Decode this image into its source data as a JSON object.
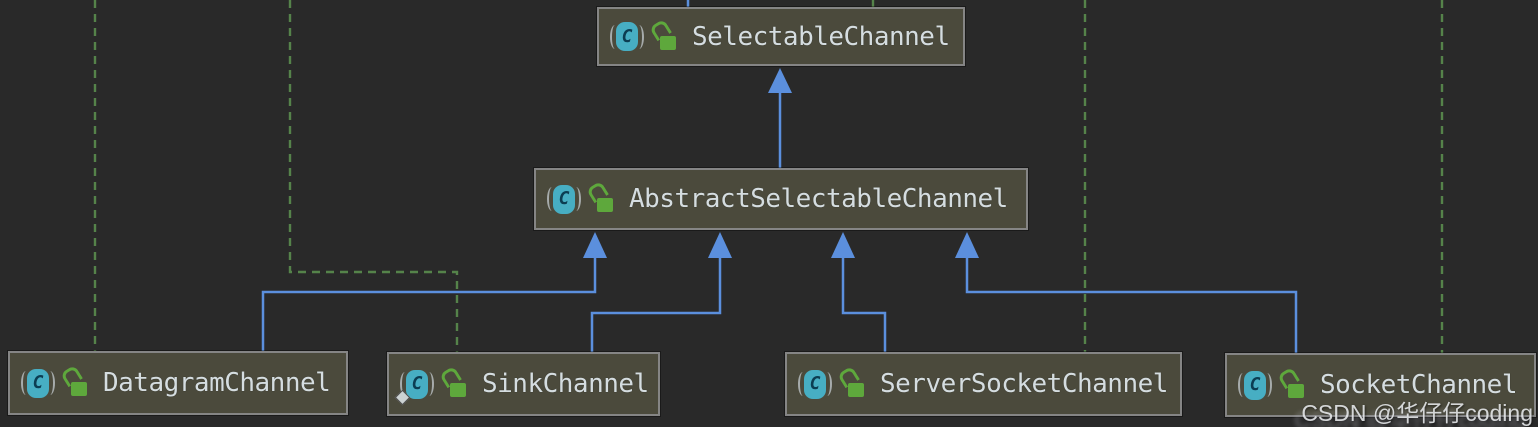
{
  "diagram": {
    "type": "uml-class-hierarchy",
    "nodes": [
      {
        "label": "SelectableChannel",
        "icon_letter": "C",
        "kind": "class",
        "visibility": "public"
      },
      {
        "label": "AbstractSelectableChannel",
        "icon_letter": "C",
        "kind": "class",
        "visibility": "public"
      },
      {
        "label": "DatagramChannel",
        "icon_letter": "C",
        "kind": "class",
        "visibility": "public"
      },
      {
        "label": "SinkChannel",
        "icon_letter": "C",
        "kind": "static-nested-class",
        "visibility": "public"
      },
      {
        "label": "ServerSocketChannel",
        "icon_letter": "C",
        "kind": "class",
        "visibility": "public"
      },
      {
        "label": "SocketChannel",
        "icon_letter": "C",
        "kind": "class",
        "visibility": "public"
      }
    ],
    "edges": [
      {
        "from": "AbstractSelectableChannel",
        "to": "SelectableChannel",
        "relation": "extends",
        "style": "solid-blue-arrow"
      },
      {
        "from": "DatagramChannel",
        "to": "AbstractSelectableChannel",
        "relation": "extends",
        "style": "solid-blue-arrow"
      },
      {
        "from": "SinkChannel",
        "to": "AbstractSelectableChannel",
        "relation": "extends",
        "style": "solid-blue-arrow"
      },
      {
        "from": "ServerSocketChannel",
        "to": "AbstractSelectableChannel",
        "relation": "extends",
        "style": "solid-blue-arrow"
      },
      {
        "from": "SocketChannel",
        "to": "AbstractSelectableChannel",
        "relation": "extends",
        "style": "solid-blue-arrow"
      },
      {
        "from": "SelectableChannel",
        "to": "offscreen-top",
        "relation": "extends",
        "style": "solid-blue-stub"
      },
      {
        "from": "SelectableChannel",
        "to": "offscreen-top",
        "relation": "implements",
        "style": "dashed-green-stub"
      },
      {
        "from": "DatagramChannel",
        "to": "offscreen-top",
        "relation": "implements",
        "style": "dashed-green"
      },
      {
        "from": "SinkChannel",
        "to": "offscreen-top",
        "relation": "implements",
        "style": "dashed-green"
      },
      {
        "from": "ServerSocketChannel",
        "to": "offscreen-top",
        "relation": "implements",
        "style": "dashed-green"
      },
      {
        "from": "SocketChannel",
        "to": "offscreen-top",
        "relation": "implements",
        "style": "dashed-green"
      }
    ],
    "colors": {
      "canvas_bg": "#292929",
      "node_fill": "#4b4a3c",
      "node_border": "#858585",
      "label_color": "#d5dde0",
      "edge_blue": "#5b8fdd",
      "edge_green": "#55834a",
      "icon_teal": "#47aec3",
      "icon_letter_color": "#0c3d52",
      "lock_green": "#5ea83c",
      "paren_gray": "#a6abab"
    },
    "watermark": "CSDN @华仔仔coding"
  }
}
